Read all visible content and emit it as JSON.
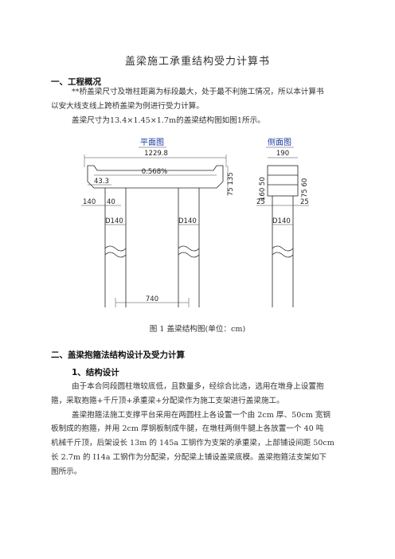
{
  "title": "盖梁施工承重结构受力计算书",
  "section1": {
    "heading": "一、工程概况",
    "p1_line1": "**桥盖梁尺寸及墩柱距离为标段最大，处于最不利施工情况，所以本计算书",
    "p1_line2": "以安大线支线上跨桥盖梁为例进行受力计算。",
    "p2": "盖梁尺寸为13.4×1.45×1.7m的盖梁结构图如图1所示。"
  },
  "figure": {
    "plan_label": "平面图",
    "side_label": "侧面图",
    "dims": {
      "total_length": "1229.8",
      "cantilever": "43.3",
      "slope": "0.568%",
      "height_right": "75 135",
      "col_w1": "140",
      "col_w2": "40",
      "col_d_left": "D140",
      "col_d_mid": "D140",
      "col_spacing": "740",
      "side_width": "190",
      "side_h_left": "160 50",
      "side_h_right": "75 60",
      "side_off_left": "25",
      "side_off_right": "25",
      "side_col_d": "D140"
    },
    "caption": "图 1  盖梁结构图(单位：cm)"
  },
  "section2": {
    "heading": "二、盖梁抱箍法结构设计及受力计算",
    "sub1": "1、结构设计",
    "p1_line1": "由于本合同段圆柱墩较底低，且数量多，经综合比选，选用在墩身上设置抱",
    "p1_line2": "箍，采取抱箍+千斤顶+承重梁+分配梁作为施工支架进行盖梁施工。",
    "p2_line1": "盖梁抱箍法施工支撑平台采用在两圆柱上各设置一个由 2cm 厚、50cm 宽钢",
    "p2_line2": "板制成的抱箍，并用 2cm 厚钢板制成牛腿，在墩柱两侧牛腿上各放置一个 40 吨",
    "p2_line3": "机械千斤顶，后架设长 13m 的 145a 工钢作为支架的承重梁，上部铺设间距 50cm",
    "p2_line4": "长 2.7m 的 I14a 工钢作为分配梁，分配梁上铺设盖梁底模。盖梁抱箍法支架如下",
    "p2_line5": "图所示。"
  }
}
